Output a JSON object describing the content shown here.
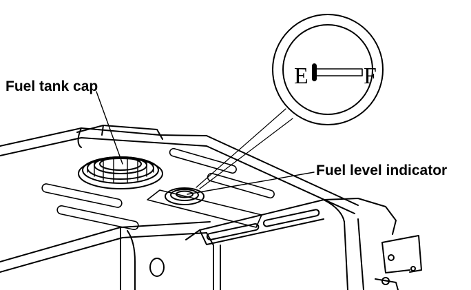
{
  "callouts": {
    "fuel_tank_cap": "Fuel tank cap",
    "fuel_level_indicator": "Fuel level indicator"
  },
  "gauge": {
    "empty_letter": "E",
    "full_letter": "F",
    "level_fraction": 0.0
  },
  "colors": {
    "line": "#000000",
    "background": "#ffffff"
  }
}
